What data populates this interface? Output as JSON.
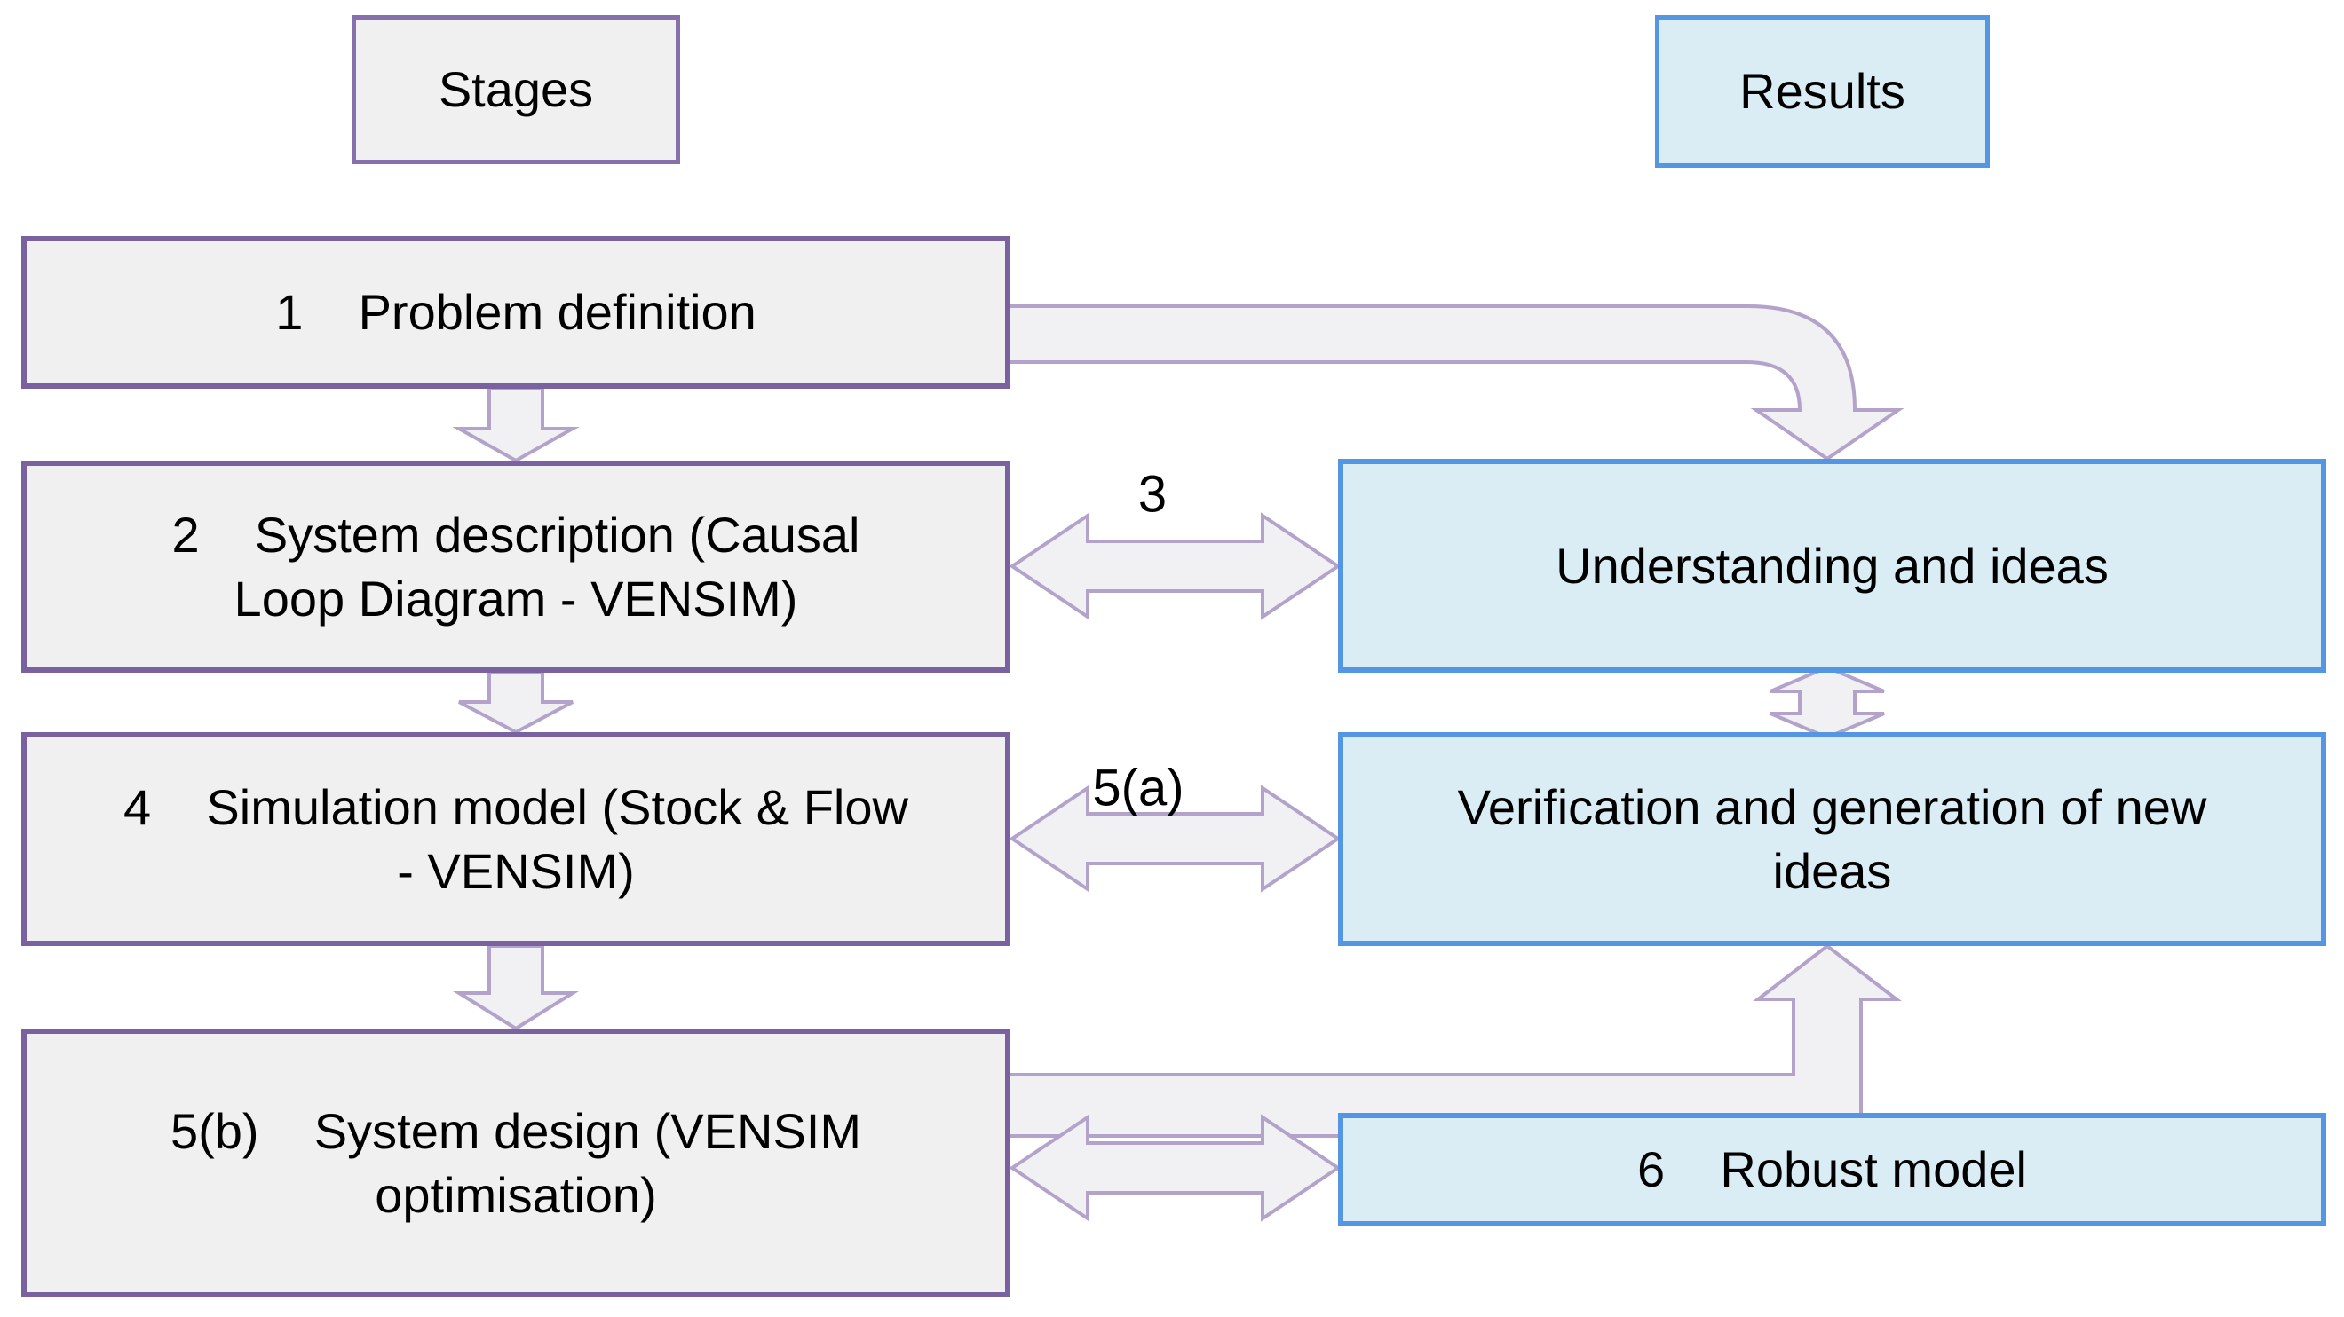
{
  "diagram_title": "Stages and Results flow diagram",
  "headers": {
    "stages": "Stages",
    "results": "Results"
  },
  "stage_boxes": [
    {
      "number": "1",
      "label": "1    Problem definition"
    },
    {
      "number": "2",
      "label": "2    System description (Causal\nLoop Diagram - VENSIM)"
    },
    {
      "number": "4",
      "label": "4    Simulation model (Stock & Flow\n- VENSIM)"
    },
    {
      "number": "5(b)",
      "label": "5(b)    System design (VENSIM\noptimisation)"
    }
  ],
  "result_boxes": [
    {
      "label": "Understanding and ideas"
    },
    {
      "label": "Verification and generation of new\nideas"
    },
    {
      "number": "6",
      "label": "6    Robust model"
    }
  ],
  "connector_labels": {
    "stage2_to_understanding": "3",
    "stage4_to_verification": "5(a)"
  },
  "connectors": [
    {
      "name": "bent-arrow-problem-to-understanding",
      "type": "elbow-arrow",
      "from": "Problem definition",
      "to": "Understanding and ideas"
    },
    {
      "name": "down-arrow-1-to-2",
      "type": "block-arrow-down",
      "from": "Problem definition",
      "to": "System description"
    },
    {
      "name": "double-arrow-3",
      "type": "double-arrow",
      "label": "3",
      "between": [
        "System description",
        "Understanding and ideas"
      ]
    },
    {
      "name": "down-arrow-2-to-4",
      "type": "block-arrow-down",
      "from": "System description",
      "to": "Simulation model"
    },
    {
      "name": "double-arrow-5a",
      "type": "double-arrow",
      "label": "5(a)",
      "between": [
        "Simulation model",
        "Verification and generation of new ideas"
      ]
    },
    {
      "name": "vertical-double-arrow-understanding-verification",
      "type": "double-arrow",
      "between": [
        "Understanding and ideas",
        "Verification and generation of new ideas"
      ]
    },
    {
      "name": "down-arrow-4-to-5b",
      "type": "block-arrow-down",
      "from": "Simulation model",
      "to": "System design"
    },
    {
      "name": "bent-arrow-systemdesign-to-verification",
      "type": "elbow-arrow",
      "from": "System design",
      "to": "Verification and generation of new ideas"
    },
    {
      "name": "double-arrow-systemdesign-robust",
      "type": "double-arrow",
      "between": [
        "System design",
        "Robust model"
      ]
    }
  ],
  "colors": {
    "bg": "#ffffff",
    "text": "#000000",
    "stage_fill": "#f1f0f1",
    "stage_border": "#7a62a1",
    "header_stage_border": "#8670ac",
    "result_fill": "#daecf4",
    "result_border": "#5596e3",
    "arrow_fill": "#f1f0f2",
    "arrow_stroke": "#b3a3cb"
  }
}
